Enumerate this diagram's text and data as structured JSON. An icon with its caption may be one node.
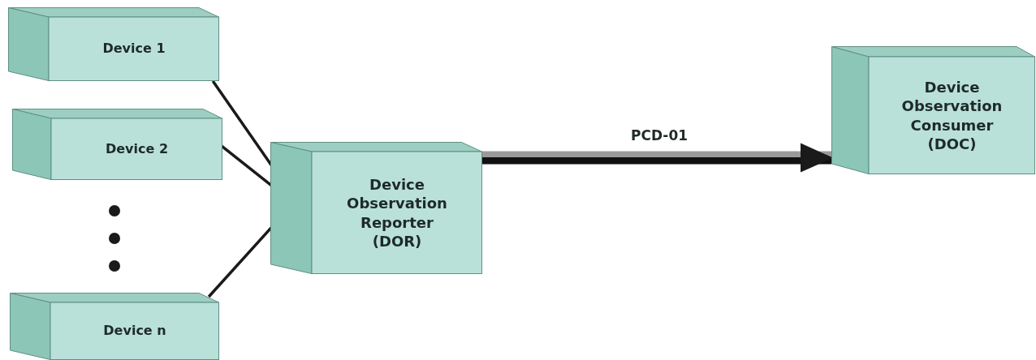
{
  "diagram": {
    "nodes": [
      {
        "text": [
          "Device 1"
        ]
      },
      {
        "text": [
          "Device 2"
        ]
      },
      {
        "text": [
          "Device n"
        ]
      },
      {
        "text": [
          "Device Observation Reporter (DOR)"
        ]
      },
      {
        "text": [
          "Device Observation Consumer (DOC)"
        ]
      }
    ],
    "edges": [
      {
        "from": 0,
        "to": 3,
        "arrow": "none"
      },
      {
        "from": 1,
        "to": 3,
        "arrow": "none"
      },
      {
        "from": 2,
        "to": 3,
        "arrow": "none"
      },
      {
        "from": 3,
        "to": 4,
        "arrow": "to",
        "label": "PCD-01",
        "style": "thick"
      }
    ]
  }
}
